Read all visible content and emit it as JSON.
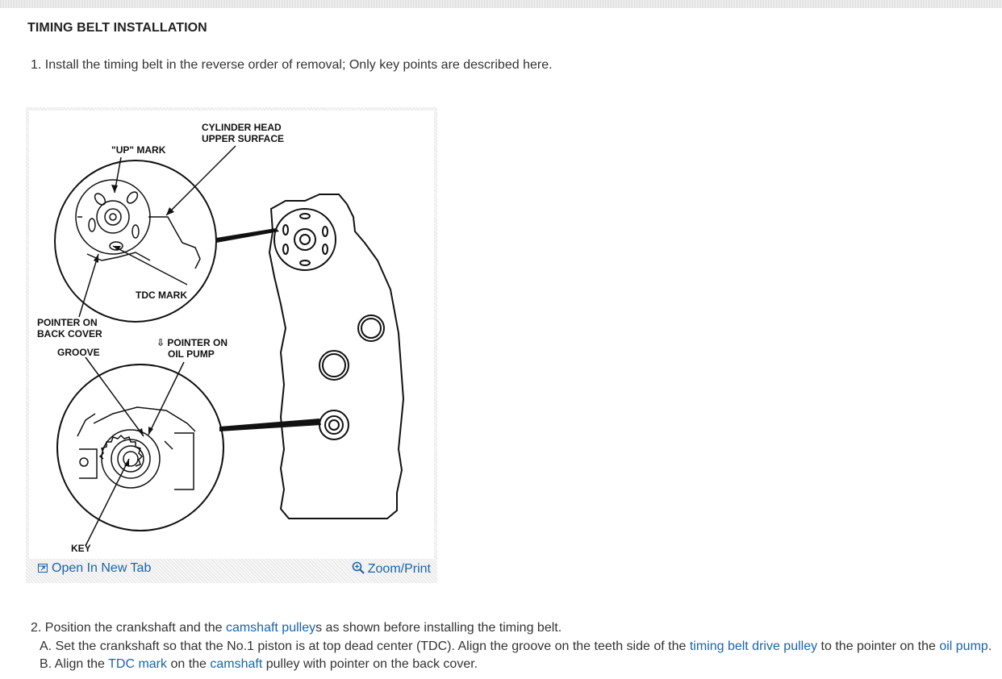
{
  "heading": "TIMING BELT INSTALLATION",
  "step1": "1. Install the timing belt in the reverse order of removal; Only key points are described here.",
  "figure": {
    "labels": {
      "cyl_head_1": "CYLINDER HEAD",
      "cyl_head_2": "UPPER SURFACE",
      "up_mark": "\"UP\" MARK",
      "tdc_mark": "TDC MARK",
      "pointer_back_1": "POINTER ON",
      "pointer_back_2": "BACK COVER",
      "groove": "GROOVE",
      "pointer_oil_1": "⇩ POINTER ON",
      "pointer_oil_2": "OIL PUMP",
      "key": "KEY"
    },
    "open_tab": "Open In New Tab",
    "zoom_print": "Zoom/Print"
  },
  "step2": {
    "lead": "2. Position the crankshaft and the ",
    "link_camshaft_pulley": "camshaft pulley",
    "after_cam": "s as shown before installing the timing belt."
  },
  "stepA": {
    "lead": "A. Set the crankshaft so that the No.1 piston is at top dead center (TDC). Align the groove on the teeth side of the ",
    "link_drive_pulley": "timing belt drive pulley",
    "mid": " to the pointer on the ",
    "link_oil_pump": "oil pump",
    "end": "."
  },
  "stepB": {
    "lead": "B. Align the ",
    "link_tdc": "TDC mark",
    "mid": " on the ",
    "link_camshaft": "camshaft",
    "end": " pulley with pointer on the back cover."
  },
  "colors": {
    "link": "#1b64a8",
    "text": "#333333"
  }
}
